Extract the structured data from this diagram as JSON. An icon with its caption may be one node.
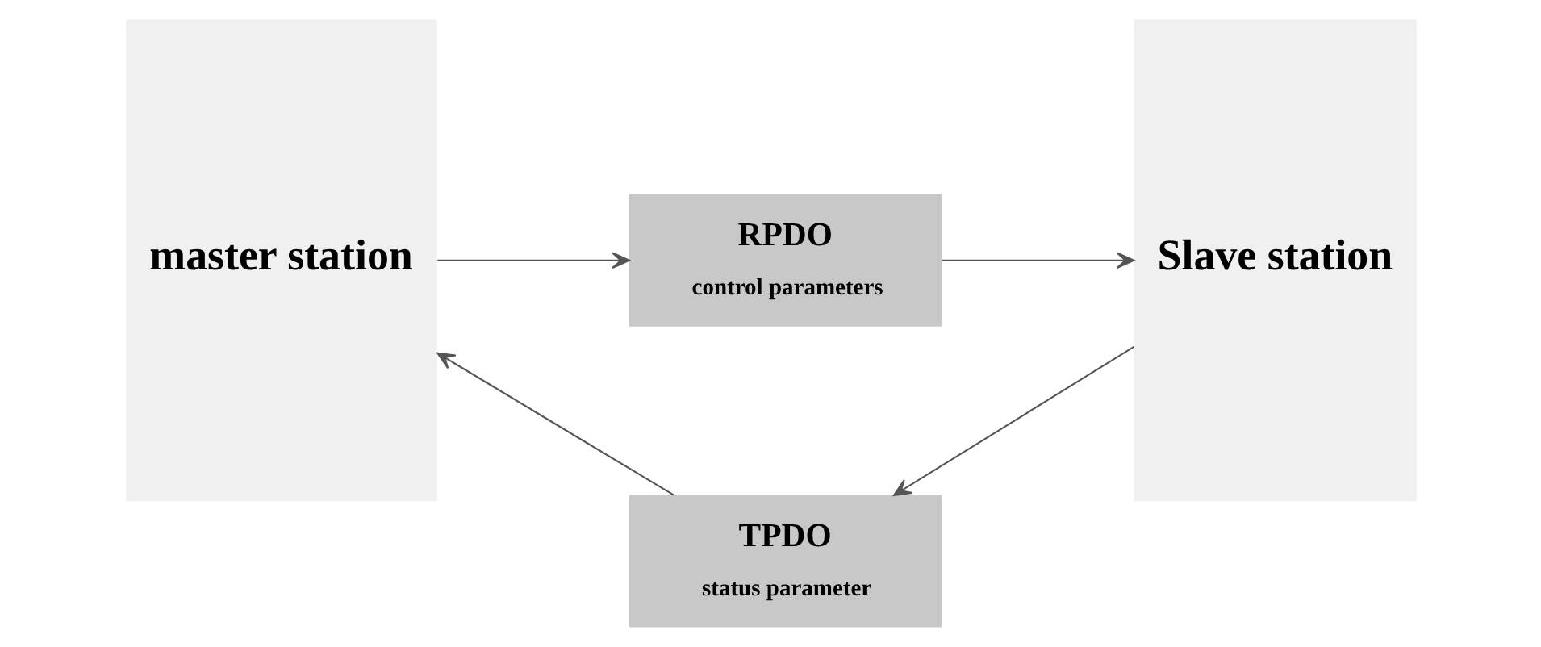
{
  "diagram": {
    "nodes": [
      {
        "text": [
          "master station"
        ]
      },
      {
        "text": [
          "RPDO",
          "control parameters"
        ]
      },
      {
        "text": [
          "Slave station"
        ]
      },
      {
        "text": [
          "TPDO",
          "status parameter"
        ]
      }
    ],
    "edges": [
      {
        "from": 0,
        "to": 1,
        "arrow": "to"
      },
      {
        "from": 1,
        "to": 2,
        "arrow": "to"
      },
      {
        "from": 2,
        "to": 3,
        "arrow": "to"
      },
      {
        "from": 3,
        "to": 0,
        "arrow": "to"
      }
    ]
  }
}
